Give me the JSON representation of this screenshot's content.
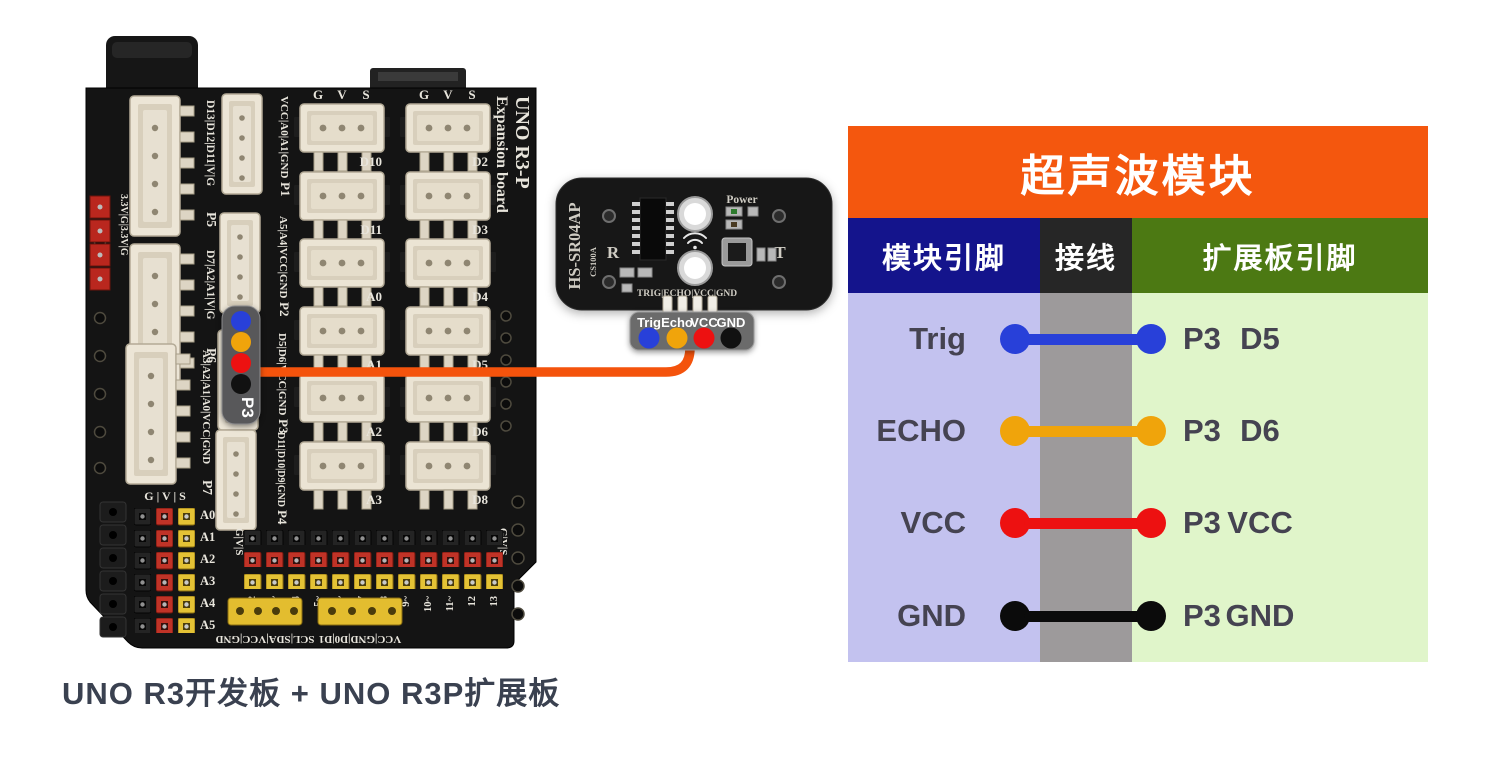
{
  "caption": "UNO R3开发板 + UNO R3P扩展板",
  "table": {
    "title": "超声波模块",
    "col_module": "模块引脚",
    "col_wire": "接线",
    "col_board": "扩展板引脚",
    "rows": [
      {
        "module_pin": "Trig",
        "port": "P3",
        "board_pin": "D5",
        "wire_color": "#2840d9"
      },
      {
        "module_pin": "ECHO",
        "port": "P3",
        "board_pin": "D6",
        "wire_color": "#f0a40b"
      },
      {
        "module_pin": "VCC",
        "port": "P3",
        "board_pin": "VCC",
        "wire_color": "#ed1111"
      },
      {
        "module_pin": "GND",
        "port": "P3",
        "board_pin": "GND",
        "wire_color": "#0b0b0b"
      }
    ],
    "colors": {
      "title_bg": "#f4570e",
      "module_header_bg": "#14148c",
      "wire_header_bg": "#262626",
      "board_header_bg": "#4c7913",
      "module_body_bg": "#c3c2ef",
      "wire_body_bg": "#9d9a9b",
      "board_body_bg": "#e0f5ca"
    }
  },
  "sensor": {
    "model_vertical": "HS-SR04AP",
    "chip_code": "CS100A",
    "receiver_label": "R",
    "transmitter_label": "T",
    "power_label": "Power",
    "pin_silk_label": "TRIG|ECHO|VCC|GND",
    "callout_pins": [
      "Trig",
      "Echo",
      "VCC",
      "GND"
    ],
    "callout_dot_colors": [
      "#2840d9",
      "#f0a40b",
      "#ed1111",
      "#111111"
    ]
  },
  "board": {
    "silk_title_line1": "UNO R3-P",
    "silk_title_line2": "Expansion board",
    "power_pins_label": "3.3V|G|3.3V|G",
    "left_ports": [
      {
        "pins": "D13|D12|D11|V|G",
        "id": "P5"
      },
      {
        "pins": "D7|A2|A1|V|G",
        "id": "P6"
      },
      {
        "pins": "A3|A2|A1|A0|VCC|GND",
        "id": "P7"
      }
    ],
    "mid_ports": [
      {
        "pins": "VCC|A0|A1|GND",
        "id": "P1"
      },
      {
        "pins": "A5|A4|VCC|GND",
        "id": "P2"
      },
      {
        "pins": "D5|D6|VCC|GND",
        "id": "P3"
      },
      {
        "pins": "D11|D10|D9|GND",
        "id": "P4"
      }
    ],
    "gvs_header": [
      "G",
      "V",
      "S"
    ],
    "grid_labels_left": [
      "D10",
      "D11",
      "A0",
      "A1",
      "A2",
      "A3"
    ],
    "grid_labels_right": [
      "D2",
      "D3",
      "D4",
      "D5",
      "D6",
      "D8"
    ],
    "analog_header": "G | V | S",
    "analog_labels": [
      "A0",
      "A1",
      "A2",
      "A3",
      "A4",
      "A5"
    ],
    "gvs_side": "G|V|S",
    "digital_pin_numbers": [
      "2",
      "3~",
      "4",
      "5~",
      "6~",
      "7",
      "8",
      "9~",
      "10~",
      "11~",
      "12",
      "13"
    ],
    "i2c_label": "SCL|SDA|VCC|GND",
    "serial_label": "VCC|GND|D0|D1",
    "p3_callout": {
      "label": "P3",
      "dot_colors": [
        "#2840d9",
        "#f0a40b",
        "#ed1111",
        "#111111"
      ]
    },
    "wire_color": "#f4530c"
  }
}
